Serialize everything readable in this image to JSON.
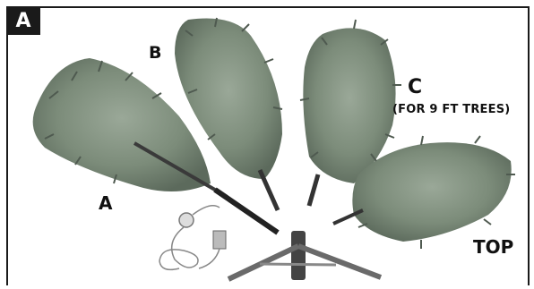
{
  "panel": {
    "tag": "A",
    "labels": {
      "section_b": "B",
      "section_c": "C",
      "section_c_note": "(FOR 9 FT TREES)",
      "section_a": "A",
      "top": "TOP"
    }
  },
  "colors": {
    "foliage": "#7c8c7a",
    "foliage_dark": "#4f5a50",
    "pole": "#222222",
    "stand": "#6a6a6a",
    "frame": "#1a1a1a"
  }
}
